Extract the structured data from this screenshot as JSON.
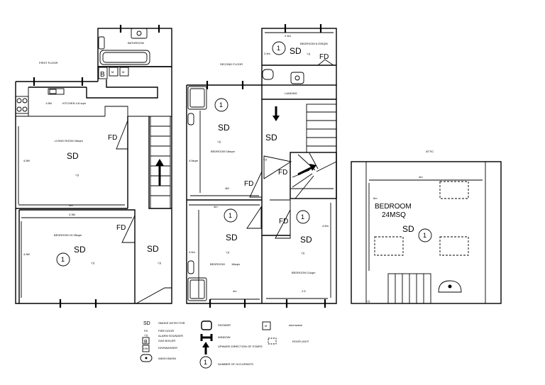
{
  "labels": {
    "first_floor": "FIRST FLOOR",
    "second_floor": "SECOND FLOOR",
    "attic": "ATTIC",
    "bathroom": "BATHROOM",
    "kitchen": "KITCHEN 4.8 sqm",
    "kitchen_dim": "1.6M",
    "living_room": "LIVING ROOM 18sqm",
    "living_width": "4M",
    "living_height": "4.5M",
    "bedroom_ff": "BEDROOM 19.35sqm",
    "bedroom_ff_width": "4.3M",
    "bedroom_ff_height": "4.5M",
    "bedroom_sf_top": "BEDROOM 18sqm",
    "bedroom_sf_top_h": "4.5sqm",
    "bedroom_sf_top_w": "4M",
    "bedroom_sf_bl": "BEDROOM",
    "bedroom_sf_bl_area": "18sqm",
    "bedroom_sf_bl_h": "4.5m",
    "bedroom_sf_bl_w": "4m",
    "bedroom_sf_bl_w2": "4m",
    "bedroom_sf_br": "BEDROOM 11sqm",
    "bedroom_sf_br_h": "4.5m",
    "bedroom_sf_br_w": "2.5",
    "bedroom_top": "BEDROOM 6.25SQM",
    "bedroom_top_w": "2.5m",
    "bedroom_top_h": "2.5m",
    "landing": "LANDING",
    "attic_w": "4m",
    "attic_h": "6m",
    "attic_bedroom": "BEDROOM",
    "attic_area": "24MSQ",
    "sd": "SD",
    "fd": "FD",
    "alarm": "<))",
    "occupant_one": "1",
    "boiler": "B",
    "microwave": "M"
  },
  "legend": {
    "sd_key": "SD",
    "sd": "SMOKE DETECTOR",
    "fd_key": "FD",
    "fd": "FIRE DOOR",
    "alarm_key": "<))",
    "alarm": "ALARM SOUNDER",
    "boiler_key": "B",
    "boiler": "GAS BOILER",
    "dishwasher_key": "DW",
    "dishwasher": "DISHWASHER",
    "basin": "WASH BASIN",
    "shower": "SHOWER",
    "window": "WINDOW",
    "stairs": "UPWARD DIRECTION OF STAIRS",
    "occupants_key": "1",
    "occupants": "NUMBER OF OCCUPANTS",
    "microwave_key": "M",
    "microwave": "microwave",
    "rooflight": "ROOFLIGHT"
  }
}
